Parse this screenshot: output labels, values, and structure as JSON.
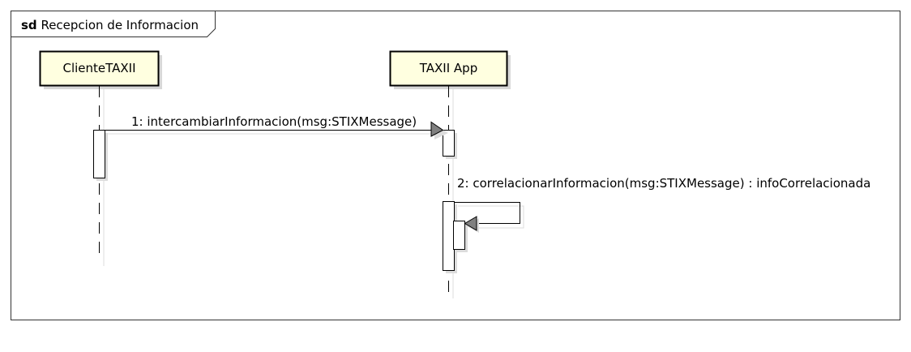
{
  "frame": {
    "keyword": "sd",
    "name": "Recepcion de Informacion"
  },
  "lifelines": [
    {
      "name": "ClienteTAXII"
    },
    {
      "name": "TAXII App"
    }
  ],
  "messages": [
    {
      "label": "1: intercambiarInformacion(msg:STIXMessage)"
    },
    {
      "label": "2: correlacionarInformacion(msg:STIXMessage) : infoCorrelacionada"
    }
  ],
  "colors": {
    "lifeline_fill": "#ffffe0",
    "border": "#000000",
    "shadow": "#d8d8d8",
    "arrowhead": "#808080"
  }
}
